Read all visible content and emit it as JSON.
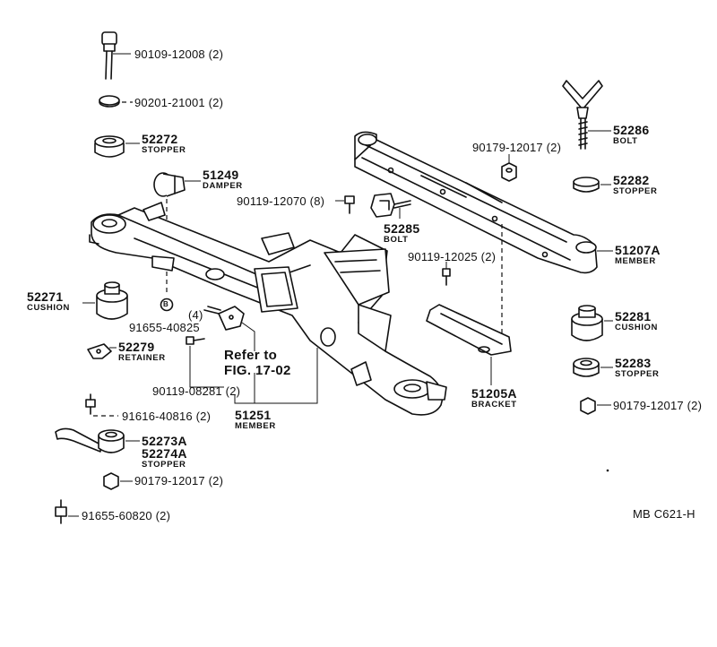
{
  "labels": {
    "p_90109": "90109-12008 (2)",
    "p_90201": "90201-21001 (2)",
    "p_52272": "52272",
    "p_52272_sub": "STOPPER",
    "p_51249": "51249",
    "p_51249_sub": "DAMPER",
    "p_90119_12070": "90119-12070 (8)",
    "p_52285": "52285",
    "p_52285_sub": "BOLT",
    "p_90179_top": "90179-12017 (2)",
    "p_52286": "52286",
    "p_52286_sub": "BOLT",
    "p_52282": "52282",
    "p_52282_sub": "STOPPER",
    "p_51207A": "51207A",
    "p_51207A_sub": "MEMBER",
    "p_90119_12025": "90119-12025 (2)",
    "p_52271": "52271",
    "p_52271_sub": "CUSHION",
    "p_91655_40825": "91655-40825",
    "p_91655_40825_qty": "(4)",
    "p_52279": "52279",
    "p_52279_sub": "RETAINER",
    "refer_line1": "Refer to",
    "refer_line2": "FIG. 17-02",
    "p_52281": "52281",
    "p_52281_sub": "CUSHION",
    "p_52283": "52283",
    "p_52283_sub": "STOPPER",
    "p_90179_right": "90179-12017 (2)",
    "p_90119_08281": "90119-08281 (2)",
    "p_51251": "51251",
    "p_51251_sub": "MEMBER",
    "p_51205A": "51205A",
    "p_51205A_sub": "BRACKET",
    "p_91616": "91616-40816 (2)",
    "p_52273A": "52273A",
    "p_52274A": "52274A",
    "p_5227x_sub": "STOPPER",
    "p_90179_bottom": "90179-12017 (2)",
    "p_91655_60820": "91655-60820 (2)",
    "callout_b": "B",
    "fig_code": "MB  C621-H"
  },
  "icons": [
    "bolt-icon",
    "washer-icon",
    "stopper-icon",
    "damper-icon",
    "cushion-icon",
    "nut-icon",
    "wing-bolt-icon",
    "bracket-icon",
    "retainer-icon",
    "crossmember-icon"
  ]
}
